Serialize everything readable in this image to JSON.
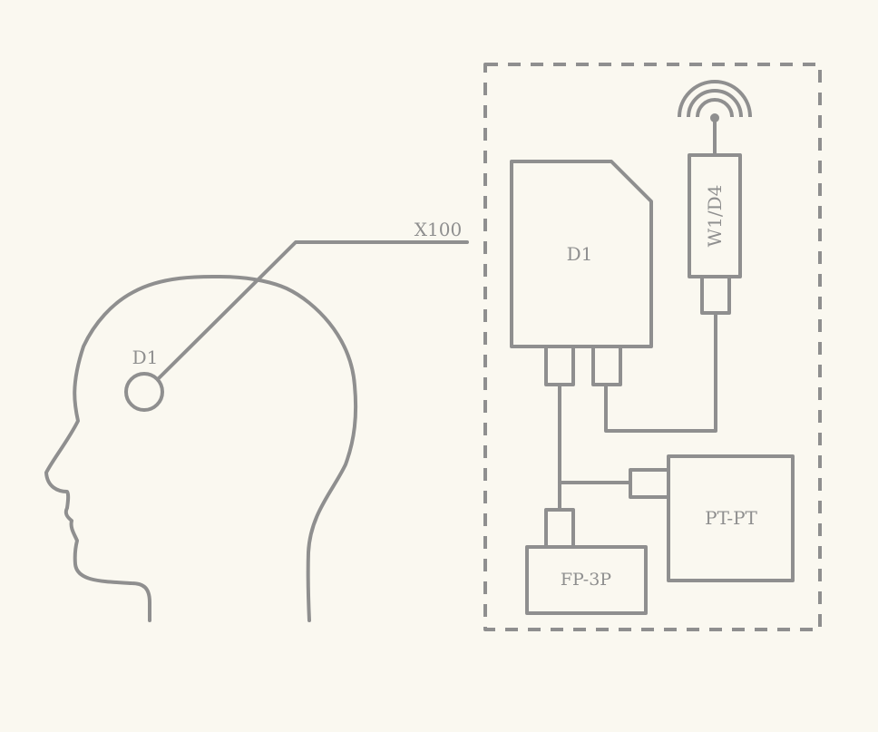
{
  "colors": {
    "background": "#faf8f0",
    "stroke": "#8f8f8f",
    "text": "#8f8f8f"
  },
  "labels": {
    "head_electrode": "D1",
    "cable": "X100",
    "storage_card": "D1",
    "wireless_module": "W1/D4",
    "processor": "PT-PT",
    "power_unit": "FP-3P"
  },
  "icons": {
    "antenna": "wifi-antenna-icon"
  }
}
